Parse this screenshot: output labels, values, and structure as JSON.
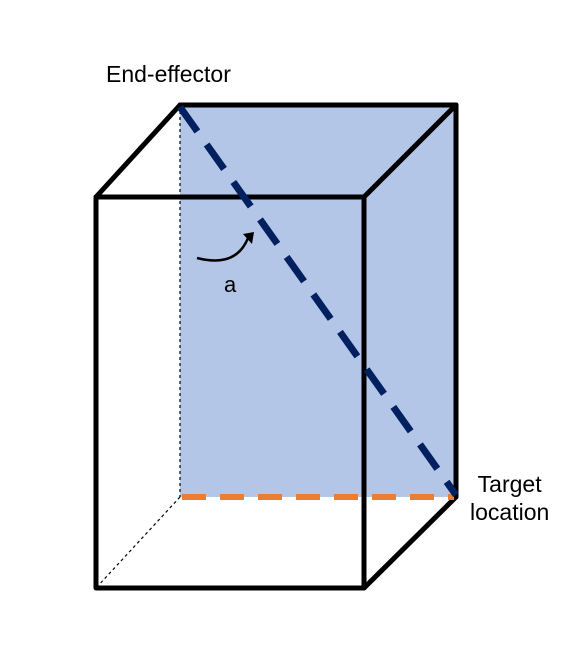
{
  "labels": {
    "end_effector": "End-effector",
    "angle": "a",
    "target_line1": "Target",
    "target_line2": "location"
  },
  "colors": {
    "plane_fill": "#b4c6e7",
    "box_edges": "#000000",
    "end_effector_to_target_line": "#002060",
    "floor_projection_line": "#ed7d31",
    "hidden_edges": "#000000"
  },
  "icons": {
    "angle_marker": "curved-arrow-icon"
  }
}
